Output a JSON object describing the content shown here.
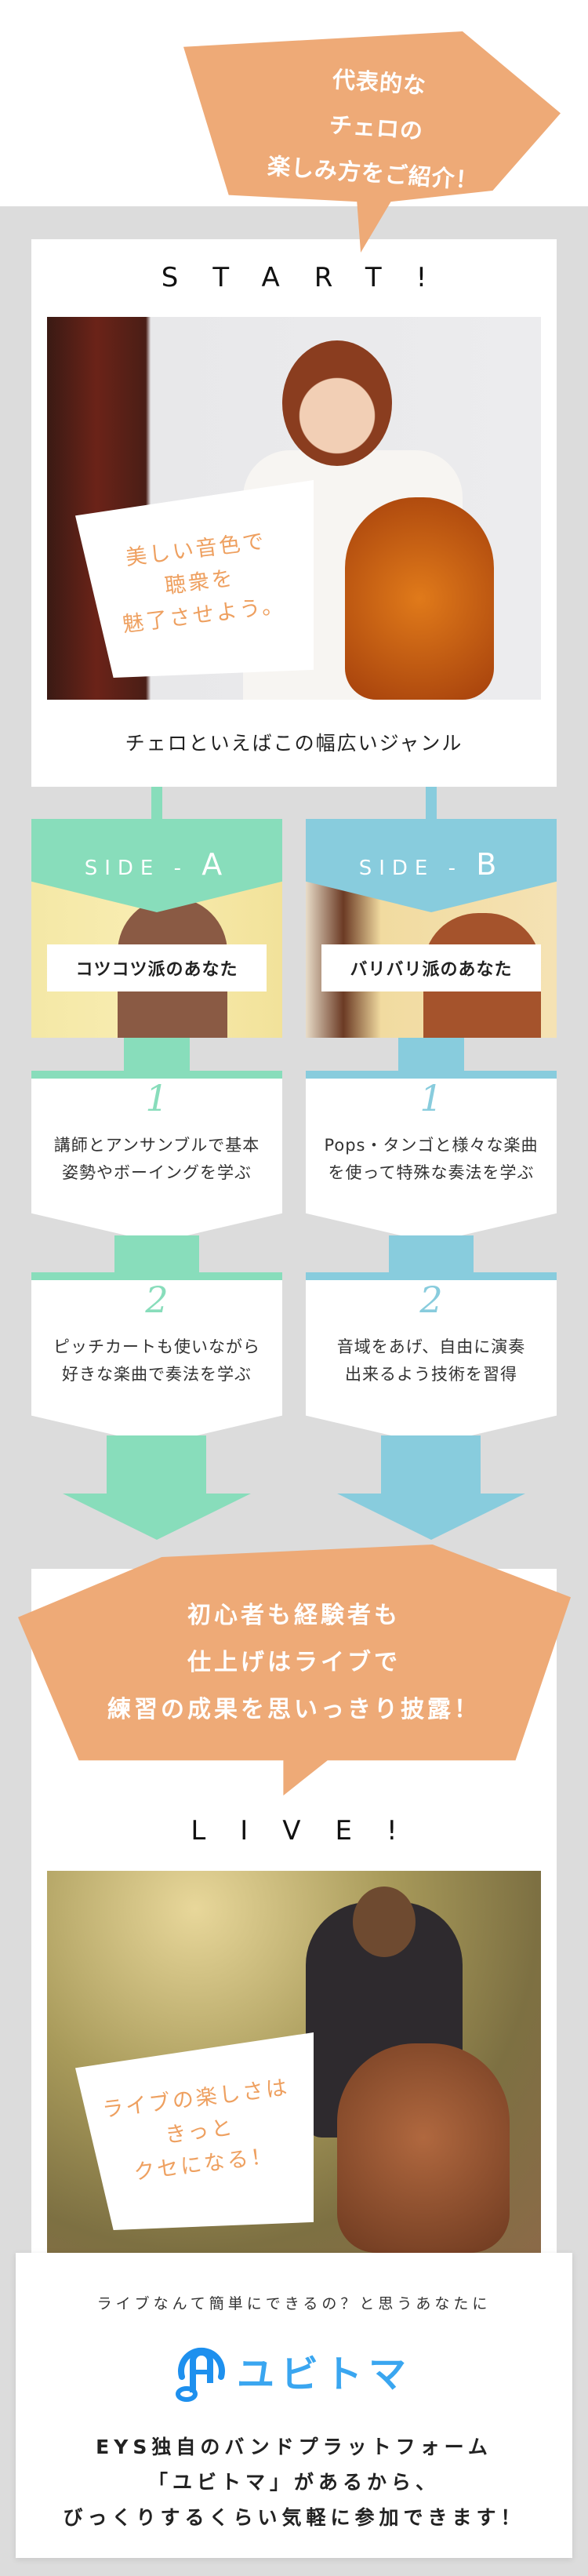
{
  "intro_banner": {
    "lines": [
      "代表的な",
      "チェロの",
      "楽しみ方をご紹介！"
    ]
  },
  "start": {
    "heading": "START!",
    "photo_note": {
      "lines": [
        "美しい音色で",
        "聴衆を",
        "魅了させよう。"
      ]
    },
    "caption": "チェロといえばこの幅広いジャンル"
  },
  "sides": [
    {
      "title_prefix": "SIDE - ",
      "title_letter": "A",
      "color": "#88ddbb",
      "label": "コツコツ派のあなた",
      "steps": [
        {
          "number": "1",
          "lines": [
            "講師とアンサンブルで基本",
            "姿勢やボーイングを学ぶ"
          ]
        },
        {
          "number": "2",
          "lines": [
            "ピッチカートも使いながら",
            "好きな楽曲で奏法を学ぶ"
          ]
        }
      ]
    },
    {
      "title_prefix": "SIDE - ",
      "title_letter": "B",
      "color": "#88ccdd",
      "label": "バリバリ派のあなた",
      "steps": [
        {
          "number": "1",
          "lines": [
            "Pops・タンゴと様々な楽曲",
            "を使って特殊な奏法を学ぶ"
          ]
        },
        {
          "number": "2",
          "lines": [
            "音域をあげ、自由に演奏",
            "出来るよう技術を習得"
          ]
        }
      ]
    }
  ],
  "live_banner": {
    "lines": [
      "初心者も経験者も",
      "仕上げはライブで",
      "練習の成果を思いっきり披露！"
    ]
  },
  "live": {
    "heading": "LIVE!",
    "photo_note": {
      "lines": [
        "ライブの楽しさは",
        "きっと",
        "クセになる！"
      ]
    }
  },
  "promo": {
    "lead": "ライブなんて簡単にできるの？と思うあなたに",
    "logo_text": "ユビトマ",
    "logo_icon": "headphone-note-icon",
    "lines": [
      "EYS独自のバンドプラットフォーム",
      "「ユビトマ」があるから、",
      "びっくりするくらい気軽に参加できます！"
    ]
  },
  "colors": {
    "accent_orange": "#eeaa77",
    "side_a": "#88ddbb",
    "side_b": "#88ccdd",
    "logo_blue": "#3aa6f0",
    "background": "#dcdcdc"
  }
}
